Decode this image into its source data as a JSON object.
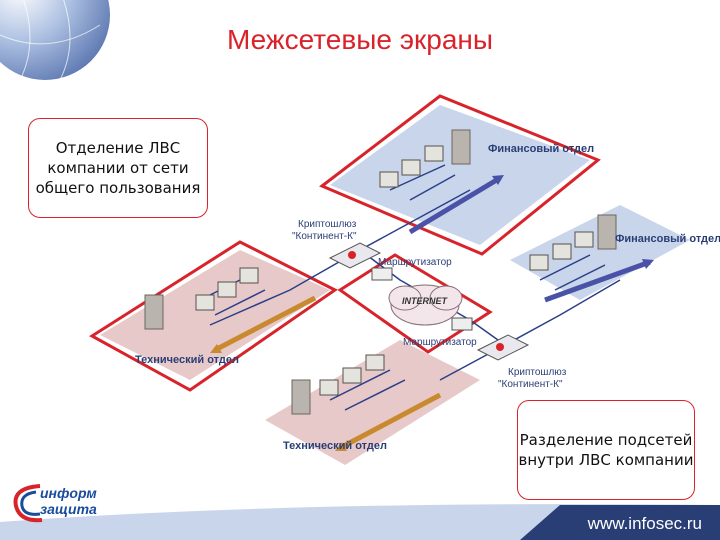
{
  "slide": {
    "title": "Межсетевые экраны",
    "note_left": "Отделение ЛВС компании от сети общего пользования",
    "note_right": "Разделение подсетей внутри ЛВС компании",
    "url": "www.infosec.ru",
    "logo_line1": "информ",
    "logo_line2": "защита"
  },
  "diagram": {
    "finance_top": "Финансовый отдел",
    "finance_right": "Финансовый отдел",
    "tech_left": "Технический отдел",
    "tech_bottom": "Технический отдел",
    "gateway_top_1": "Криптошлюз",
    "gateway_top_2": "\"Континент-К\"",
    "gateway_bottom_1": "Криптошлюз",
    "gateway_bottom_2": "\"Континент-К\"",
    "router_top": "Маршрутизатор",
    "router_bottom": "Маршрутизатор",
    "internet": "INTERNET"
  },
  "colors": {
    "title": "#d8232a",
    "blue_zone": "#c8d3e8",
    "pink_zone": "#e9cccc",
    "accent": "#d8232a"
  }
}
